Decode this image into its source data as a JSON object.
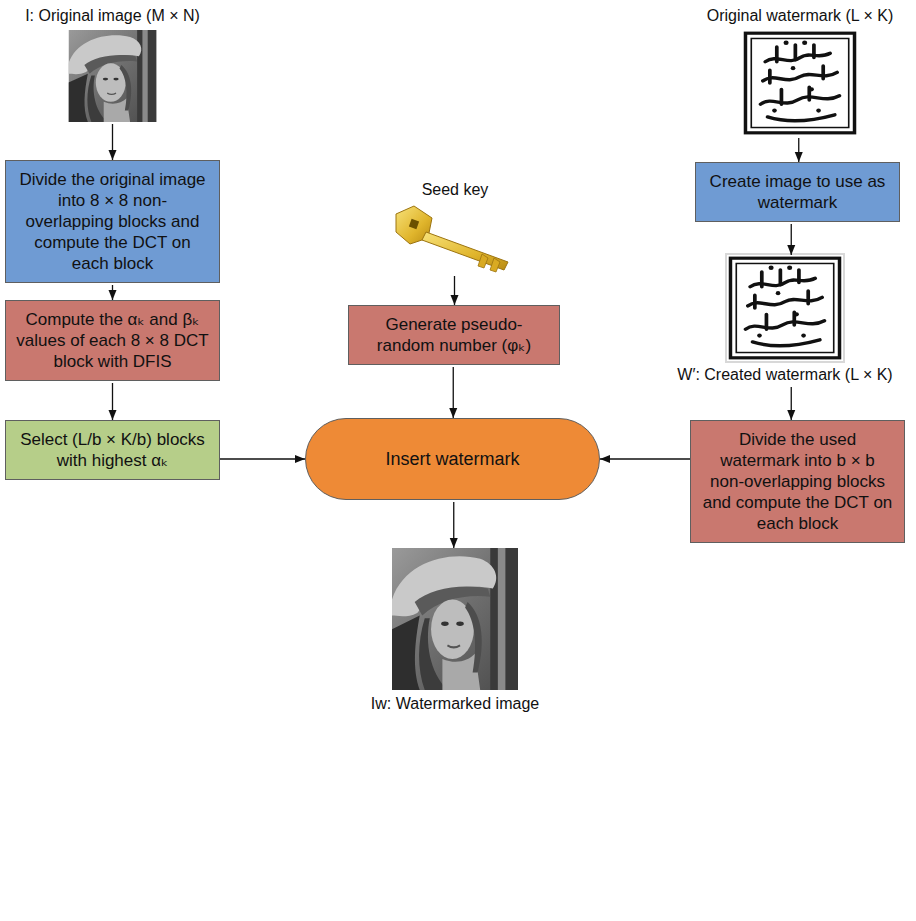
{
  "diagram": {
    "nodes": [
      {
        "text": [
          "I: Original image (M × N)"
        ]
      },
      {
        "text": [
          "Original watermark (L × K)"
        ]
      },
      {
        "text": [
          "Divide the original image into 8 × 8 non-overlapping blocks and compute the DCT on each block"
        ]
      },
      {
        "text": [
          "Seed key"
        ]
      },
      {
        "text": [
          "Create image to use as watermark"
        ]
      },
      {
        "text": [
          "Compute the αₖ and βₖ values of each 8 × 8 DCT block with DFIS"
        ]
      },
      {
        "text": [
          "Generate pseudo-random number (φₖ)"
        ]
      },
      {
        "text": [
          "W′: Created watermark (L × K)"
        ]
      },
      {
        "text": [
          "Select (L/b × K/b) blocks with highest αₖ"
        ]
      },
      {
        "text": [
          "Divide the used watermark into b × b non-overlapping blocks and compute the DCT on each block"
        ]
      },
      {
        "text": [
          "Insert watermark"
        ]
      },
      {
        "text": [
          "Iw: Watermarked image"
        ]
      }
    ],
    "edges": [
      {
        "from": 0,
        "to": 2,
        "arrow": "to"
      },
      {
        "from": 2,
        "to": 5,
        "arrow": "to"
      },
      {
        "from": 5,
        "to": 8,
        "arrow": "to"
      },
      {
        "from": 8,
        "to": 10,
        "arrow": "to"
      },
      {
        "from": 3,
        "to": 6,
        "arrow": "to"
      },
      {
        "from": 6,
        "to": 10,
        "arrow": "to"
      },
      {
        "from": 1,
        "to": 4,
        "arrow": "to"
      },
      {
        "from": 4,
        "to": 7,
        "arrow": "to"
      },
      {
        "from": 7,
        "to": 9,
        "arrow": "to"
      },
      {
        "from": 9,
        "to": 10,
        "arrow": "to"
      },
      {
        "from": 10,
        "to": 11,
        "arrow": "to"
      }
    ]
  }
}
